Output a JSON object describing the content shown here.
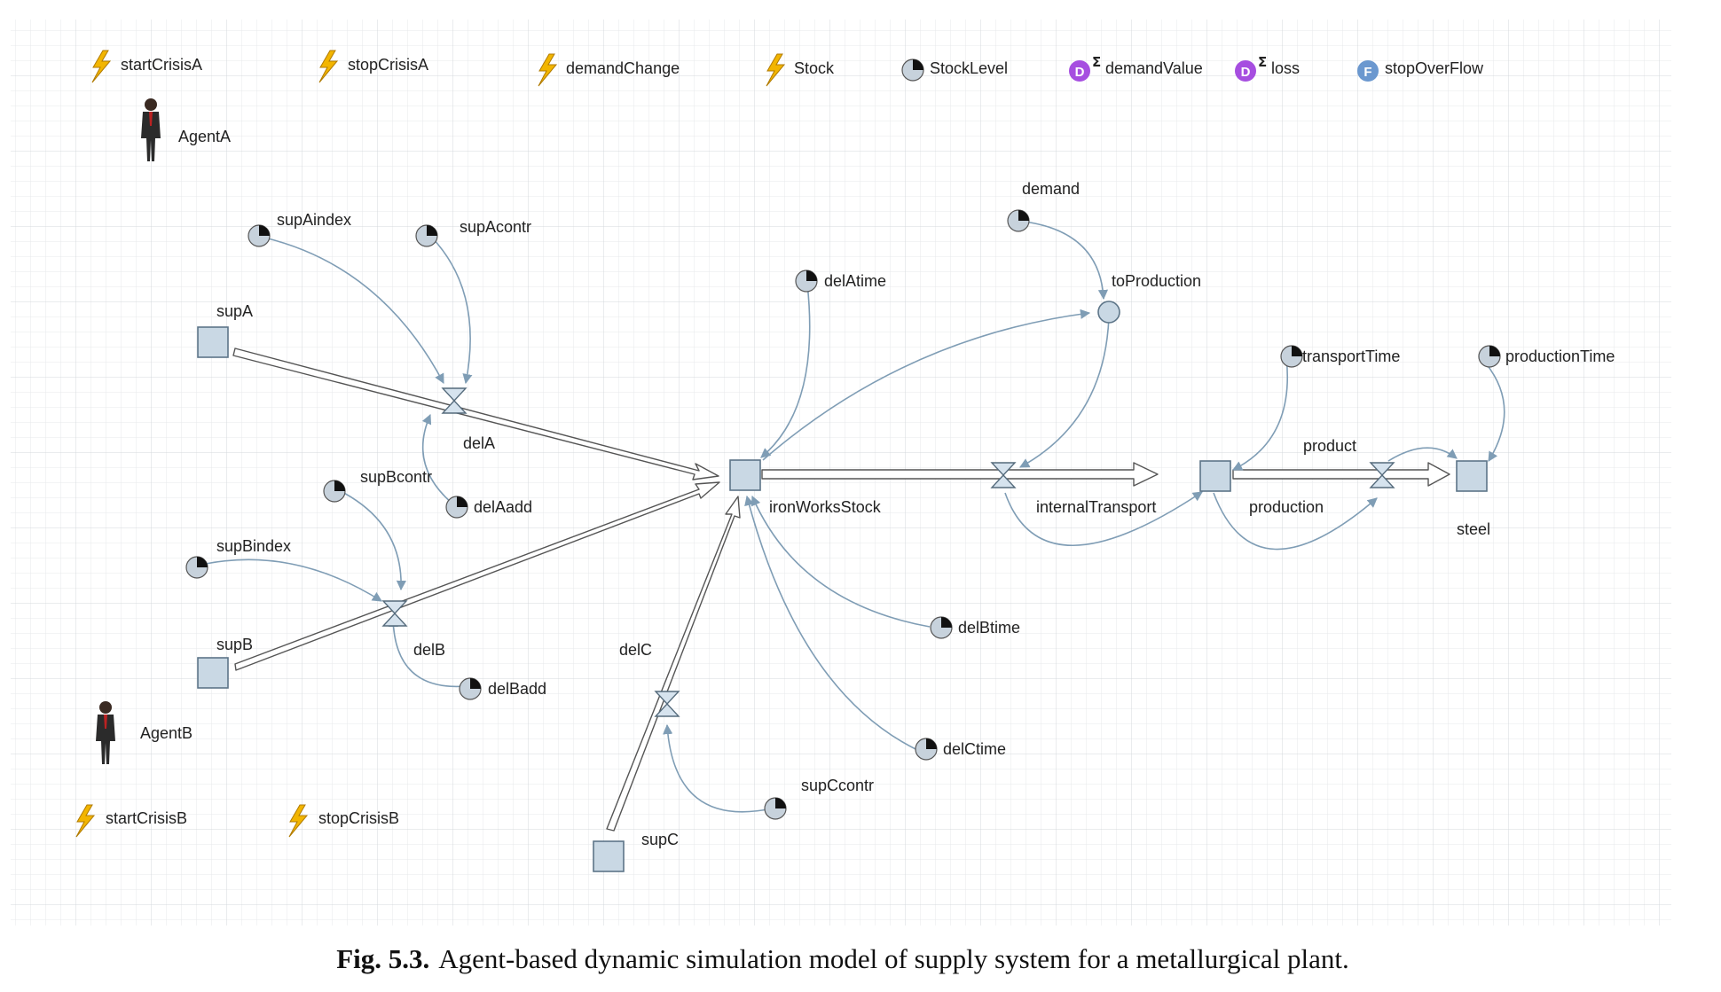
{
  "caption": {
    "label": "Fig. 5.3.",
    "text": "Agent-based dynamic simulation model of supply system for a metallurgical plant."
  },
  "events": {
    "startCrisisA": "startCrisisA",
    "stopCrisisA": "stopCrisisA",
    "demandChange": "demandChange",
    "stock": "Stock",
    "startCrisisB": "startCrisisB",
    "stopCrisisB": "stopCrisisB"
  },
  "parameters": {
    "stockLevel": "StockLevel",
    "supAindex": "supAindex",
    "supAcontr": "supAcontr",
    "supBcontr": "supBcontr",
    "supBindex": "supBindex",
    "delAadd": "delAadd",
    "delBadd": "delBadd",
    "delAtime": "delAtime",
    "demand": "demand",
    "transportTime": "transportTime",
    "productionTime": "productionTime",
    "delBtime": "delBtime",
    "delCtime": "delCtime",
    "supCcontr": "supCcontr"
  },
  "datasets": {
    "demandValue": "demandValue",
    "loss": "loss"
  },
  "functions": {
    "stopOverFlow": "stopOverFlow"
  },
  "agents": {
    "agentA": "AgentA",
    "agentB": "AgentB"
  },
  "stocks": {
    "supA": "supA",
    "supB": "supB",
    "supC": "supC",
    "ironWorksStock": "ironWorksStock",
    "transportStock": "",
    "steel": "steel"
  },
  "flows": {
    "delA": "delA",
    "delB": "delB",
    "delC": "delC",
    "internalTransport": "internalTransport",
    "production": "production",
    "product": "product"
  },
  "variables": {
    "toProduction": "toProduction"
  },
  "icon_letters": {
    "dataset": "D",
    "sigma": "Σ",
    "function": "F"
  },
  "colors": {
    "grid": "#e4e6e8",
    "link": "#7f9db5",
    "stockFill": "#c9d8e4",
    "stockStroke": "#5d7588",
    "event": "#f2b500",
    "dataset": "#a64ee0",
    "function": "#6b98cf"
  }
}
